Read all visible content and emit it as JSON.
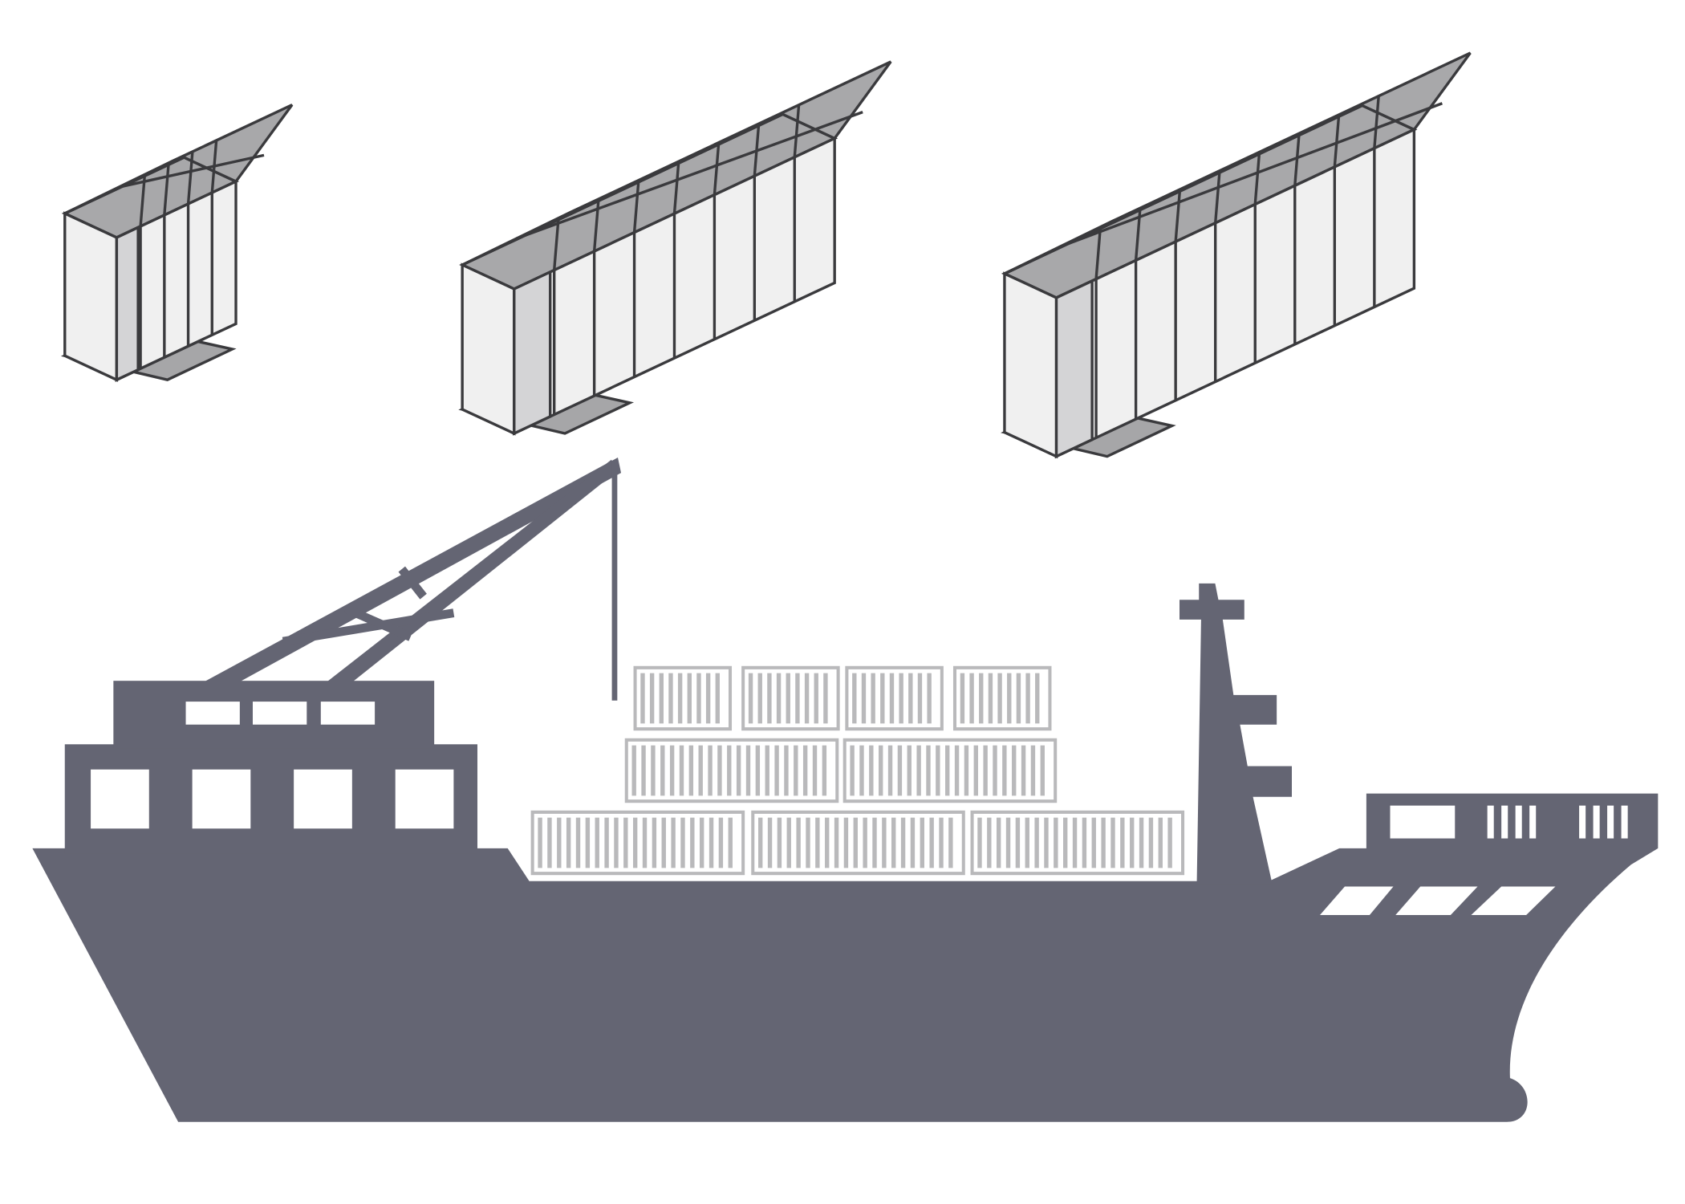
{
  "scene": {
    "subject": "container-ship-illustration",
    "icons": [
      "container-module-small-icon",
      "container-module-medium-icon",
      "container-module-large-icon",
      "cargo-ship-icon",
      "crane-icon"
    ],
    "modules": [
      {
        "name": "small",
        "cells": 5
      },
      {
        "name": "medium",
        "cells": 8
      },
      {
        "name": "large",
        "cells": 9
      }
    ],
    "deck_containers": [
      4,
      2,
      3
    ]
  },
  "colors": {
    "background": "#ffffff",
    "ship": "#646573",
    "container_top": "#a8a8aa",
    "container_face": "#f0f0f0",
    "container_inner": "#d4d4d6",
    "container_outline": "#3a3a3d",
    "deck_cargo": "#b9b9bb",
    "window": "#ffffff"
  }
}
